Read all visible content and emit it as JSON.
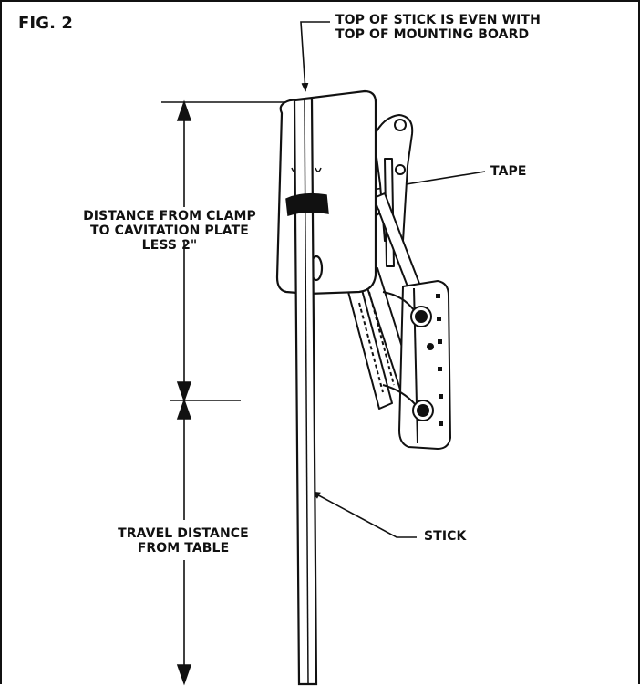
{
  "figure": {
    "title": "FIG. 2",
    "labels": {
      "top_note": [
        "TOP OF STICK IS EVEN WITH",
        "TOP OF MOUNTING BOARD"
      ],
      "tape": "TAPE",
      "distance": [
        "DISTANCE FROM CLAMP",
        "TO CAVITATION PLATE",
        "LESS 2\""
      ],
      "travel": [
        "TRAVEL DISTANCE",
        "FROM TABLE"
      ],
      "stick": "STICK"
    }
  }
}
